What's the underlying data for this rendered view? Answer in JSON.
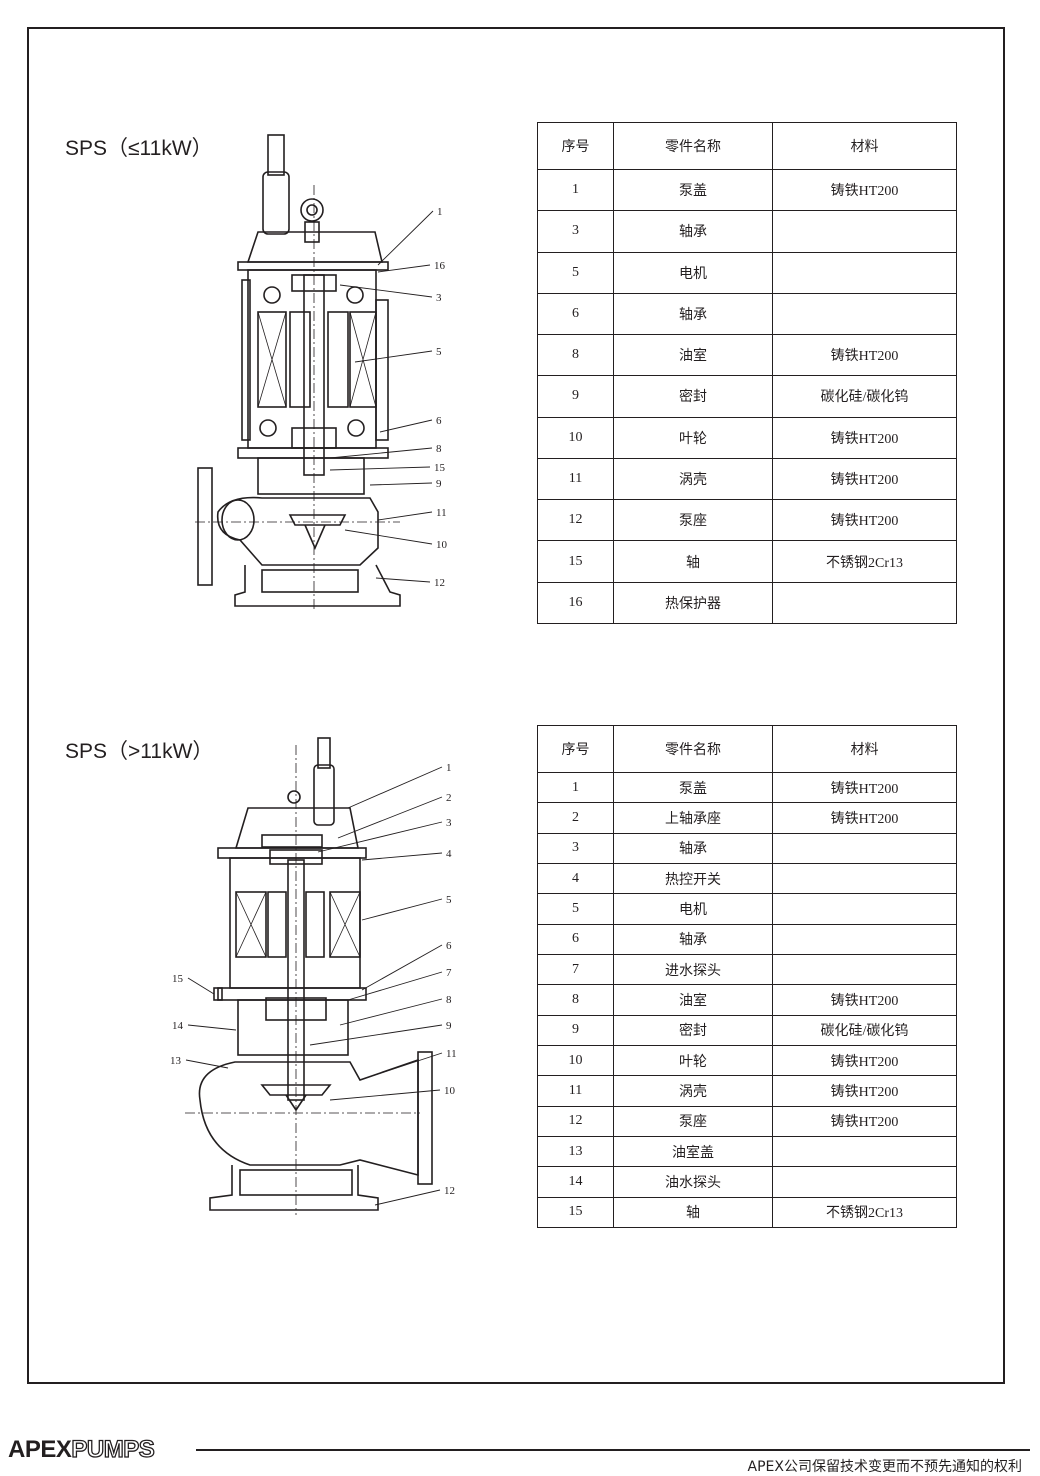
{
  "section1": {
    "title": "SPS（≤11kW）",
    "callouts": [
      {
        "label": "1"
      },
      {
        "label": "16"
      },
      {
        "label": "3"
      },
      {
        "label": "5"
      },
      {
        "label": "6"
      },
      {
        "label": "8"
      },
      {
        "label": "15"
      },
      {
        "label": "9"
      },
      {
        "label": "11"
      },
      {
        "label": "10"
      },
      {
        "label": "12"
      }
    ],
    "table": {
      "headers": [
        "序号",
        "零件名称",
        "材料"
      ],
      "rows": [
        [
          "1",
          "泵盖",
          "铸铁HT200"
        ],
        [
          "3",
          "轴承",
          ""
        ],
        [
          "5",
          "电机",
          ""
        ],
        [
          "6",
          "轴承",
          ""
        ],
        [
          "8",
          "油室",
          "铸铁HT200"
        ],
        [
          "9",
          "密封",
          "碳化硅/碳化钨"
        ],
        [
          "10",
          "叶轮",
          "铸铁HT200"
        ],
        [
          "11",
          "涡壳",
          "铸铁HT200"
        ],
        [
          "12",
          "泵座",
          "铸铁HT200"
        ],
        [
          "15",
          "轴",
          "不锈钢2Cr13"
        ],
        [
          "16",
          "热保护器",
          ""
        ]
      ]
    }
  },
  "section2": {
    "title": "SPS（>11kW）",
    "callouts": [
      {
        "label": "1"
      },
      {
        "label": "2"
      },
      {
        "label": "3"
      },
      {
        "label": "4"
      },
      {
        "label": "5"
      },
      {
        "label": "6"
      },
      {
        "label": "7"
      },
      {
        "label": "8"
      },
      {
        "label": "9"
      },
      {
        "label": "11"
      },
      {
        "label": "10"
      },
      {
        "label": "12"
      },
      {
        "label": "15"
      },
      {
        "label": "14"
      },
      {
        "label": "13"
      }
    ],
    "table": {
      "headers": [
        "序号",
        "零件名称",
        "材料"
      ],
      "rows": [
        [
          "1",
          "泵盖",
          "铸铁HT200"
        ],
        [
          "2",
          "上轴承座",
          "铸铁HT200"
        ],
        [
          "3",
          "轴承",
          ""
        ],
        [
          "4",
          "热控开关",
          ""
        ],
        [
          "5",
          "电机",
          ""
        ],
        [
          "6",
          "轴承",
          ""
        ],
        [
          "7",
          "进水探头",
          ""
        ],
        [
          "8",
          "油室",
          "铸铁HT200"
        ],
        [
          "9",
          "密封",
          "碳化硅/碳化钨"
        ],
        [
          "10",
          "叶轮",
          "铸铁HT200"
        ],
        [
          "11",
          "涡壳",
          "铸铁HT200"
        ],
        [
          "12",
          "泵座",
          "铸铁HT200"
        ],
        [
          "13",
          "油室盖",
          ""
        ],
        [
          "14",
          "油水探头",
          ""
        ],
        [
          "15",
          "轴",
          "不锈钢2Cr13"
        ]
      ]
    }
  },
  "footer": {
    "brand_a": "APEX",
    "brand_b": "PUMPS",
    "notice": "APEX公司保留技术变更而不预先通知的权利"
  }
}
